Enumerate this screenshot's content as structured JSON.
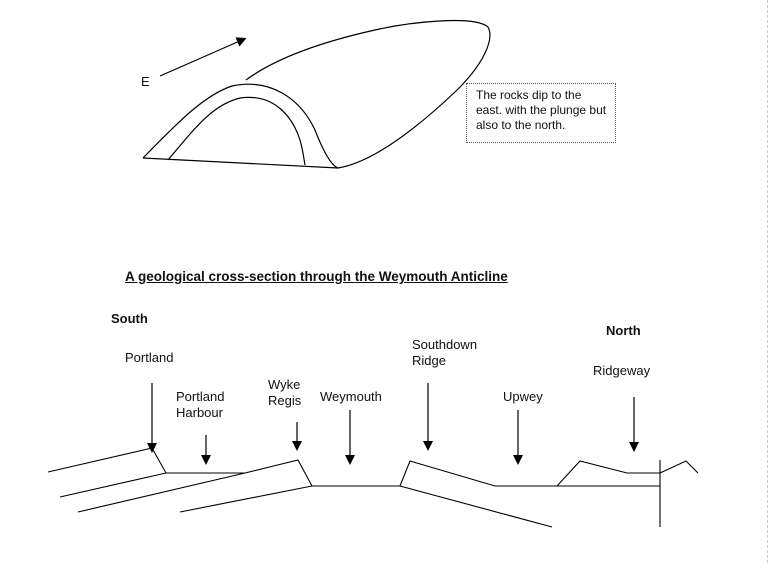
{
  "sketch": {
    "direction_label": "E",
    "note": "The rocks dip to the east. with the plunge but also to the north."
  },
  "cross_section": {
    "title": "A geological cross-section through the Weymouth Anticline",
    "south_label": "South",
    "north_label": "North",
    "places": [
      {
        "line1": "Portland",
        "line2": ""
      },
      {
        "line1": "Portland",
        "line2": "Harbour"
      },
      {
        "line1": "Wyke",
        "line2": "Regis"
      },
      {
        "line1": "Weymouth",
        "line2": ""
      },
      {
        "line1": "Southdown",
        "line2": "Ridge"
      },
      {
        "line1": "Upwey",
        "line2": ""
      },
      {
        "line1": "Ridgeway",
        "line2": ""
      }
    ]
  }
}
